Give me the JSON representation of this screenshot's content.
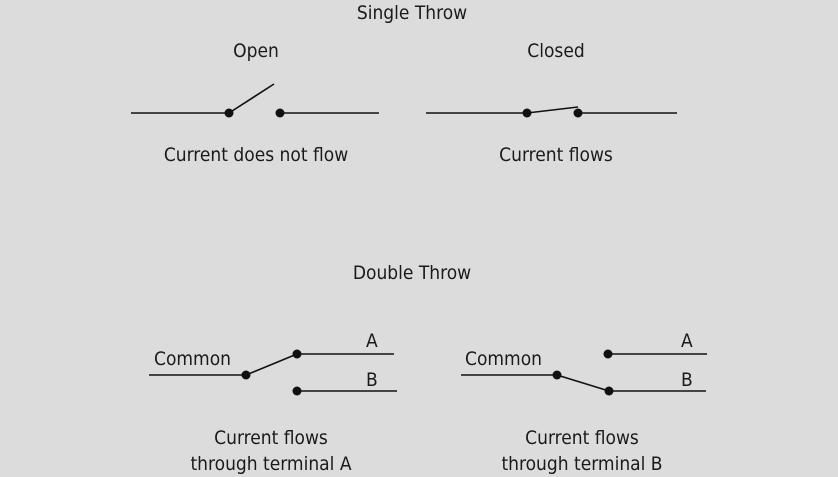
{
  "single_throw": {
    "title": "Single Throw",
    "open": {
      "label": "Open",
      "caption": "Current does not flow"
    },
    "closed": {
      "label": "Closed",
      "caption": "Current flows"
    }
  },
  "double_throw": {
    "title": "Double Throw",
    "switch_a": {
      "common_label": "Common",
      "terminal_a_label": "A",
      "terminal_b_label": "B",
      "caption_line1": "Current flows",
      "caption_line2": "through terminal A"
    },
    "switch_b": {
      "common_label": "Common",
      "terminal_a_label": "A",
      "terminal_b_label": "B",
      "caption_line1": "Current flows",
      "caption_line2": "through terminal B"
    }
  }
}
